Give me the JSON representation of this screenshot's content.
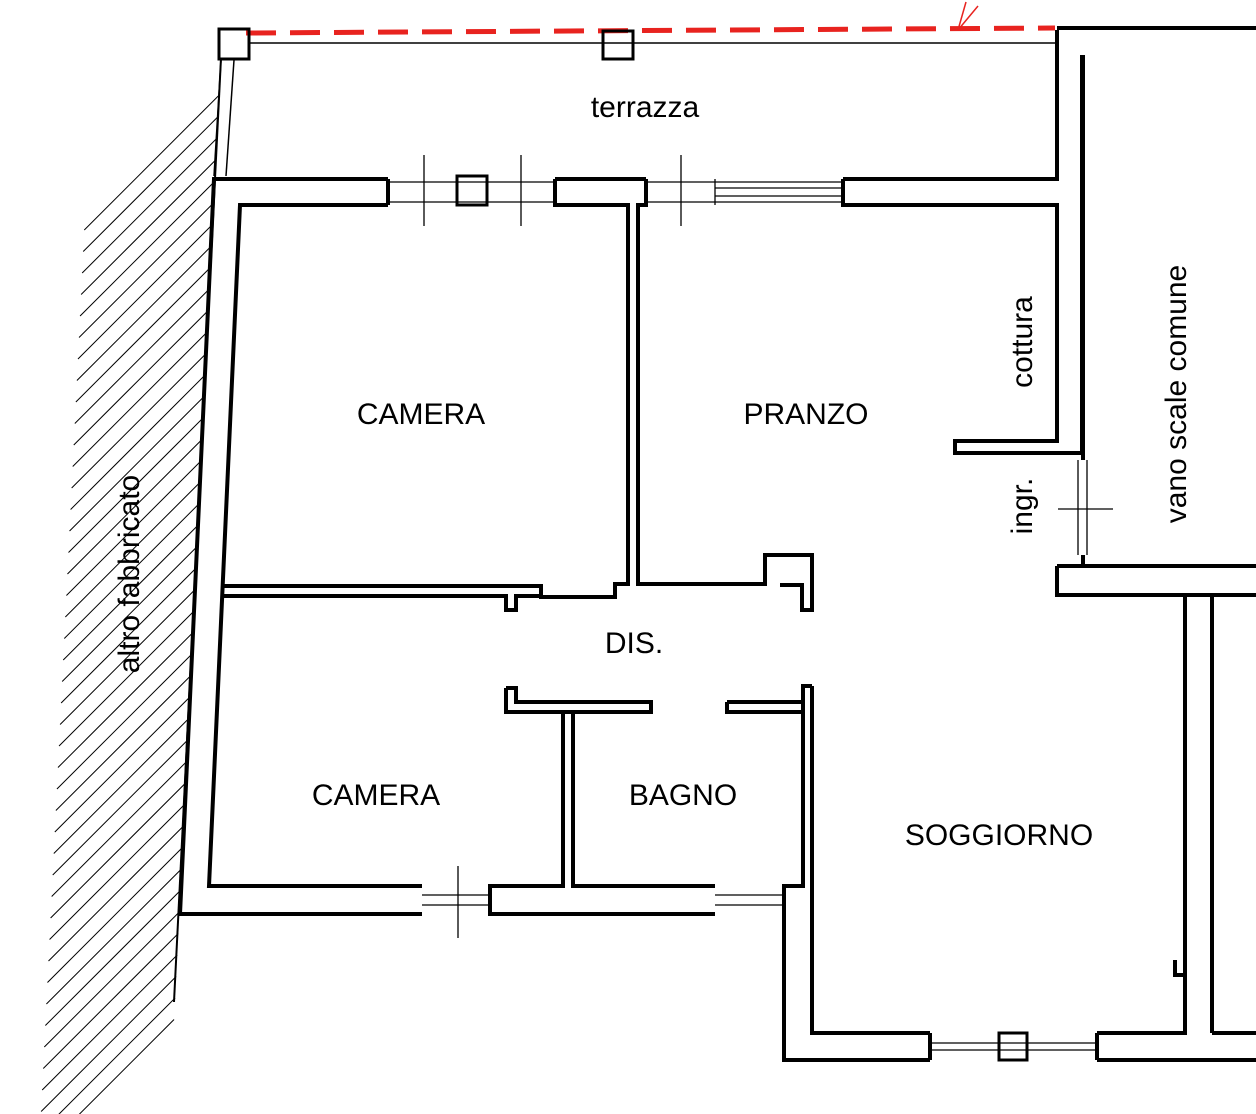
{
  "plan": {
    "labels": {
      "terrace": "terrazza",
      "bedroom_1": "CAMERA",
      "dining": "PRANZO",
      "kitchenette": "cottura",
      "stairwell": "vano scale comune",
      "entrance": "ingr.",
      "adjacent_building": "altro fabbricato",
      "hallway": "DIS.",
      "bedroom_2": "CAMERA",
      "bathroom": "BAGNO",
      "living_room": "SOGGIORNO"
    },
    "colors": {
      "wall": "#000000",
      "background": "#ffffff",
      "boundary_line": "#e8231f"
    }
  }
}
